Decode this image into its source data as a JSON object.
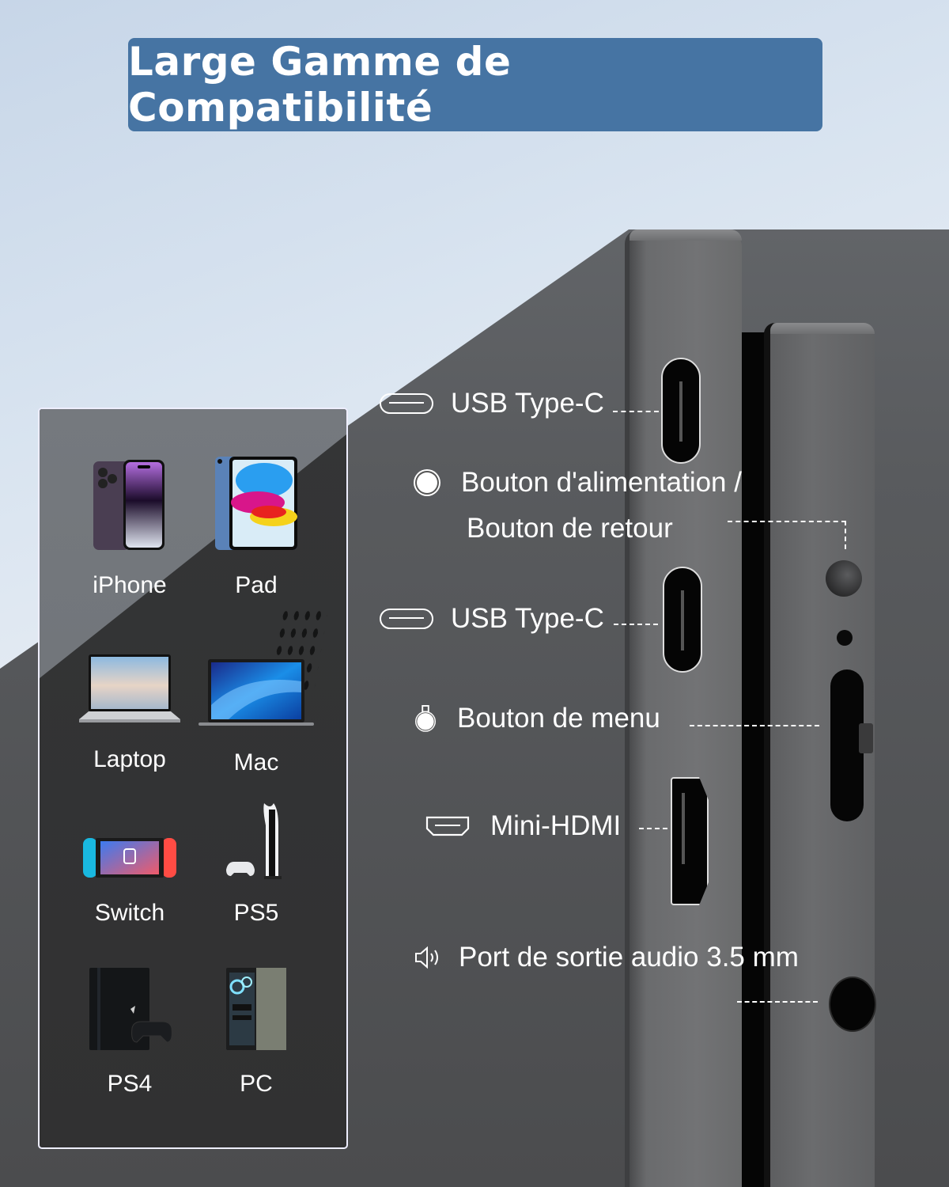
{
  "title": "Large Gamme de Compatibilité",
  "colors": {
    "title_bg": "#4674a3",
    "title_text": "#ffffff",
    "card_bg": "#333334",
    "device_body": "#6b6c6e",
    "port_black": "#050505"
  },
  "ports": [
    {
      "icon": "usb-c-icon",
      "label": "USB Type-C"
    },
    {
      "icon": "power-button-icon",
      "label_line1": "Bouton d'alimentation /",
      "label_line2": "Bouton de retour"
    },
    {
      "icon": "usb-c-icon",
      "label": "USB Type-C"
    },
    {
      "icon": "menu-button-icon",
      "label": "Bouton de menu"
    },
    {
      "icon": "mini-hdmi-icon",
      "label": "Mini-HDMI"
    },
    {
      "icon": "speaker-icon",
      "label": "Port de sortie audio 3.5 mm"
    }
  ],
  "devices": [
    {
      "name": "iPhone",
      "icon": "iphone-icon"
    },
    {
      "name": "Pad",
      "icon": "tablet-icon"
    },
    {
      "name": "Laptop",
      "icon": "laptop-icon"
    },
    {
      "name": "Mac",
      "icon": "macbook-icon"
    },
    {
      "name": "Switch",
      "icon": "nintendo-switch-icon"
    },
    {
      "name": "PS5",
      "icon": "ps5-icon"
    },
    {
      "name": "PS4",
      "icon": "ps4-icon"
    },
    {
      "name": "PC",
      "icon": "pc-tower-icon"
    }
  ]
}
